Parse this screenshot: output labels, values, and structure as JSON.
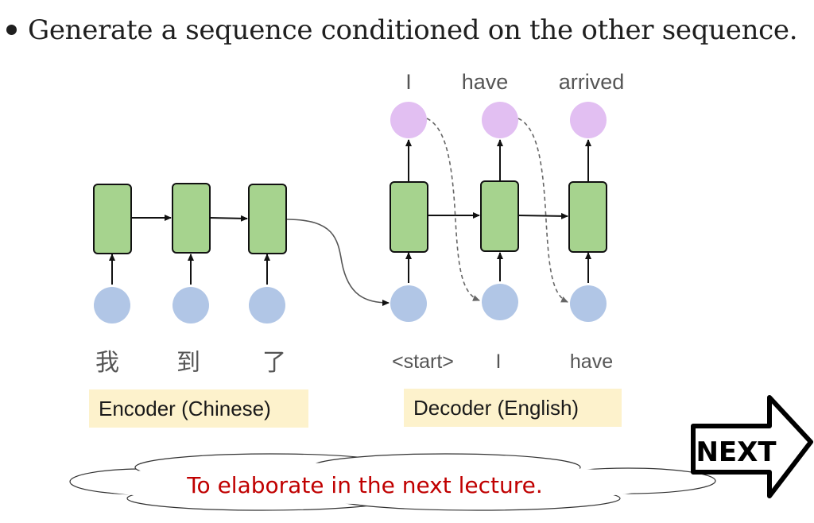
{
  "bullet": {
    "text": "Generate a sequence conditioned on the other sequence."
  },
  "encoder": {
    "inputs": [
      "我",
      "到",
      "了"
    ],
    "label": "Encoder (Chinese)"
  },
  "decoder": {
    "inputs": [
      "<start>",
      "I",
      "have"
    ],
    "outputs": [
      "I",
      "have",
      "arrived"
    ],
    "label": "Decoder (English)"
  },
  "callout": {
    "text": "To elaborate in the next lecture."
  },
  "next_badge": {
    "text": "NEXT"
  },
  "colors": {
    "cell": "#a6d38e",
    "input_node": "#b1c6e6",
    "output_node": "#e2bff2",
    "label_bg": "#fdf2cc",
    "callout_text": "#c00000"
  }
}
